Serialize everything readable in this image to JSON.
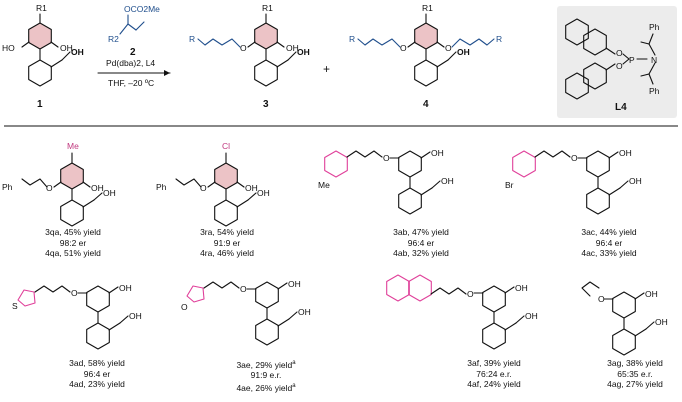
{
  "scheme": {
    "r1_label": "R1",
    "r2_label": "R2",
    "oh_label": "OH",
    "ho_label": "HO",
    "o_label": "O",
    "r_label": "R",
    "reagent_substituent": "OCO2Me",
    "reagent_number": "2",
    "conditions_line1": "Pd(dba)2, L4",
    "conditions_line2": "THF, –20 ºC",
    "plus": "+",
    "sm_number": "1",
    "product3_number": "3",
    "product4_number": "4",
    "ligand_label": "L4",
    "ligand_ph_label": "Ph",
    "ligand_p_label": "P",
    "ligand_n_label": "N",
    "ligand_o_label": "O"
  },
  "products": [
    {
      "id": "3qa",
      "line1": "3qa, 45% yield",
      "line2": "98:2 er",
      "line3": "4qa, 51% yield",
      "sub": "Me",
      "sub_type": "ring"
    },
    {
      "id": "3ra",
      "line1": "3ra, 54% yield",
      "line2": "91:9 er",
      "line3": "4ra, 46% yield",
      "sub": "Cl",
      "sub_type": "ring"
    },
    {
      "id": "3ab",
      "line1": "3ab, 47% yield",
      "line2": "96:4 er",
      "line3": "4ab, 32% yield",
      "sub": "Me",
      "sub_type": "aryl"
    },
    {
      "id": "3ac",
      "line1": "3ac, 44% yield",
      "line2": "96:4 er",
      "line3": "4ac, 33% yield",
      "sub": "Br",
      "sub_type": "aryl"
    },
    {
      "id": "3ad",
      "line1": "3ad, 58% yield",
      "line2": "96:4 er",
      "line3": "4ad, 23% yield",
      "sub": "S",
      "sub_type": "thiophene"
    },
    {
      "id": "3ae",
      "line1": "3ae, 29% yield",
      "line1_sup": "a",
      "line2": "91:9 e.r.",
      "line3": "4ae, 26% yield",
      "line3_sup": "a",
      "sub": "O",
      "sub_type": "furan"
    },
    {
      "id": "3af",
      "line1": "3af, 39% yield",
      "line2": "76:24 e.r.",
      "line3": "4af, 24% yield",
      "sub": "",
      "sub_type": "naphthyl"
    },
    {
      "id": "3ag",
      "line1": "3ag, 38% yield",
      "line2": "65:35 e.r.",
      "line3": "4ag, 27% yield",
      "sub": "",
      "sub_type": "allyl"
    }
  ],
  "common_labels": {
    "ph": "Ph",
    "o": "O",
    "oh": "OH"
  },
  "colors": {
    "ring_highlight": "#ecc3c6",
    "allyl_blue": "#1f4e8c",
    "accent_pink": "#e0409a",
    "panel_gray": "#ececec"
  }
}
